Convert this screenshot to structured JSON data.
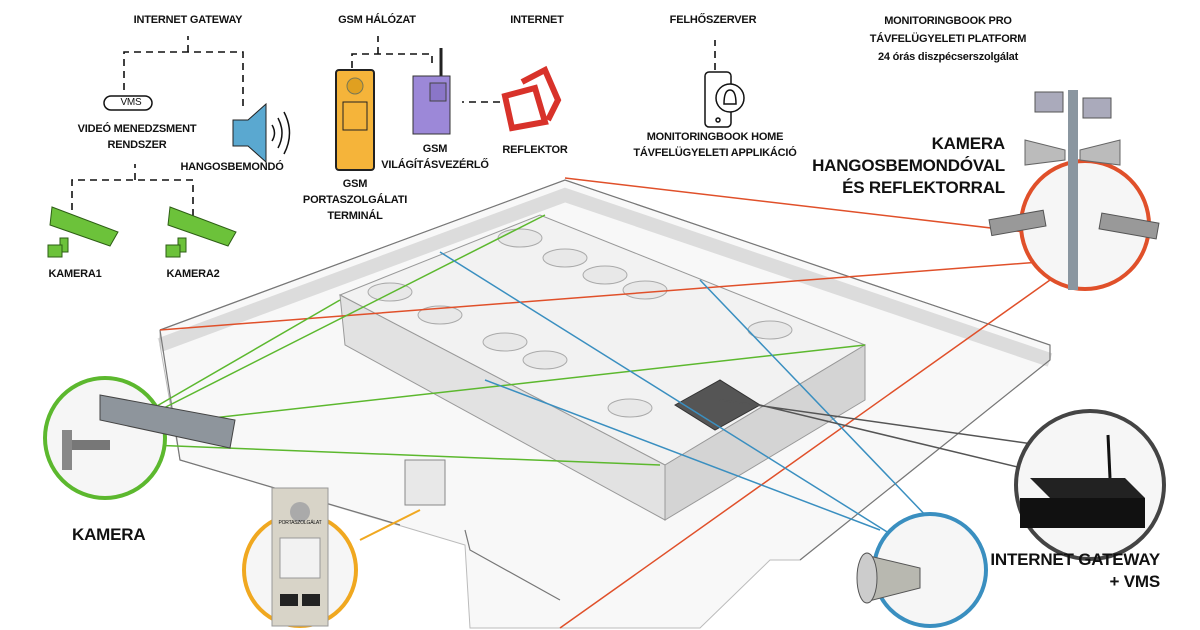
{
  "top_labels": {
    "internet_gateway": "INTERNET GATEWAY",
    "gsm_network": "GSM HÁLÓZAT",
    "internet": "INTERNET",
    "cloud_server": "FELHŐSZERVER",
    "platform": [
      "MONITORINGBOOK PRO",
      "TÁVFELÜGYELETI PLATFORM",
      "24 órás diszpécserszolgálat"
    ]
  },
  "devices": {
    "vms_badge": "VMS",
    "vms": [
      "VIDEÓ MENEDZSMENT",
      "RENDSZER"
    ],
    "speaker": "HANGOSBEMONDÓ",
    "camera1": "KAMERA1",
    "camera2": "KAMERA2",
    "gsm_terminal": [
      "GSM",
      "PORTASZOLGÁLATI",
      "TERMINÁL"
    ],
    "gsm_light": [
      "GSM",
      "VILÁGÍTÁSVEZÉRLŐ"
    ],
    "reflector": "REFLEKTOR",
    "home_app": [
      "MONITORINGBOOK HOME",
      "TÁVFELÜGYELETI APPLIKÁCIÓ"
    ]
  },
  "callouts": {
    "pole": [
      "KAMERA",
      "HANGOSBEMONDÓVAL",
      "ÉS REFLEKTORRAL"
    ],
    "camera": "KAMERA",
    "gateway": [
      "INTERNET GATEWAY",
      "+ VMS"
    ],
    "intercom_panel": "PORTASZOLGÁLAT"
  },
  "colors": {
    "red": "#e0502a",
    "green": "#5cb82e",
    "blue": "#3a8fc0",
    "gray": "#555555",
    "yellow": "#f0a820"
  }
}
